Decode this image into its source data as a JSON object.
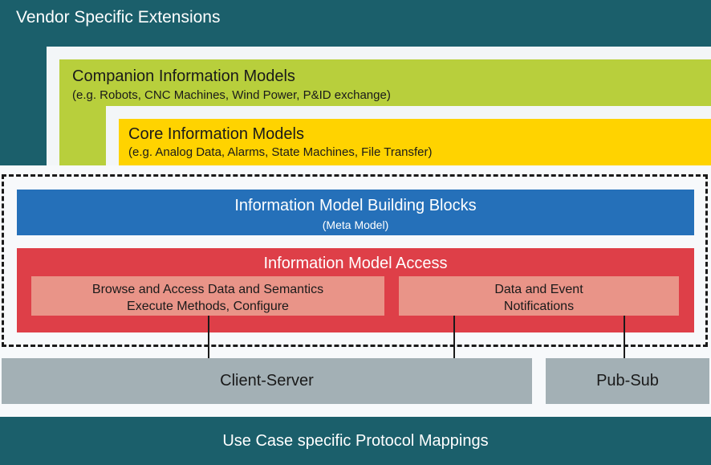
{
  "vendor": {
    "title": "Vendor Specific Extensions"
  },
  "companion": {
    "title": "Companion Information Models",
    "subtitle": "(e.g. Robots, CNC Machines, Wind Power, P&ID exchange)"
  },
  "core": {
    "title": "Core Information Models",
    "subtitle": "(e.g. Analog Data, Alarms, State Machines, File Transfer)"
  },
  "building_blocks": {
    "title": "Information Model Building Blocks",
    "subtitle": "(Meta Model)"
  },
  "access": {
    "title": "Information Model Access",
    "left_line1": "Browse and Access Data and Semantics",
    "left_line2": "Execute Methods, Configure",
    "right_line1": "Data and Event",
    "right_line2": "Notifications"
  },
  "transport": {
    "client_server": "Client-Server",
    "pub_sub": "Pub-Sub"
  },
  "use_case": {
    "title": "Use Case specific Protocol Mappings"
  },
  "colors": {
    "teal": "#1b5f6b",
    "green": "#b8cf3c",
    "yellow": "#ffd300",
    "blue": "#2570b9",
    "red": "#de3f48",
    "salmon": "#e99488",
    "gray": "#a3b0b5"
  }
}
